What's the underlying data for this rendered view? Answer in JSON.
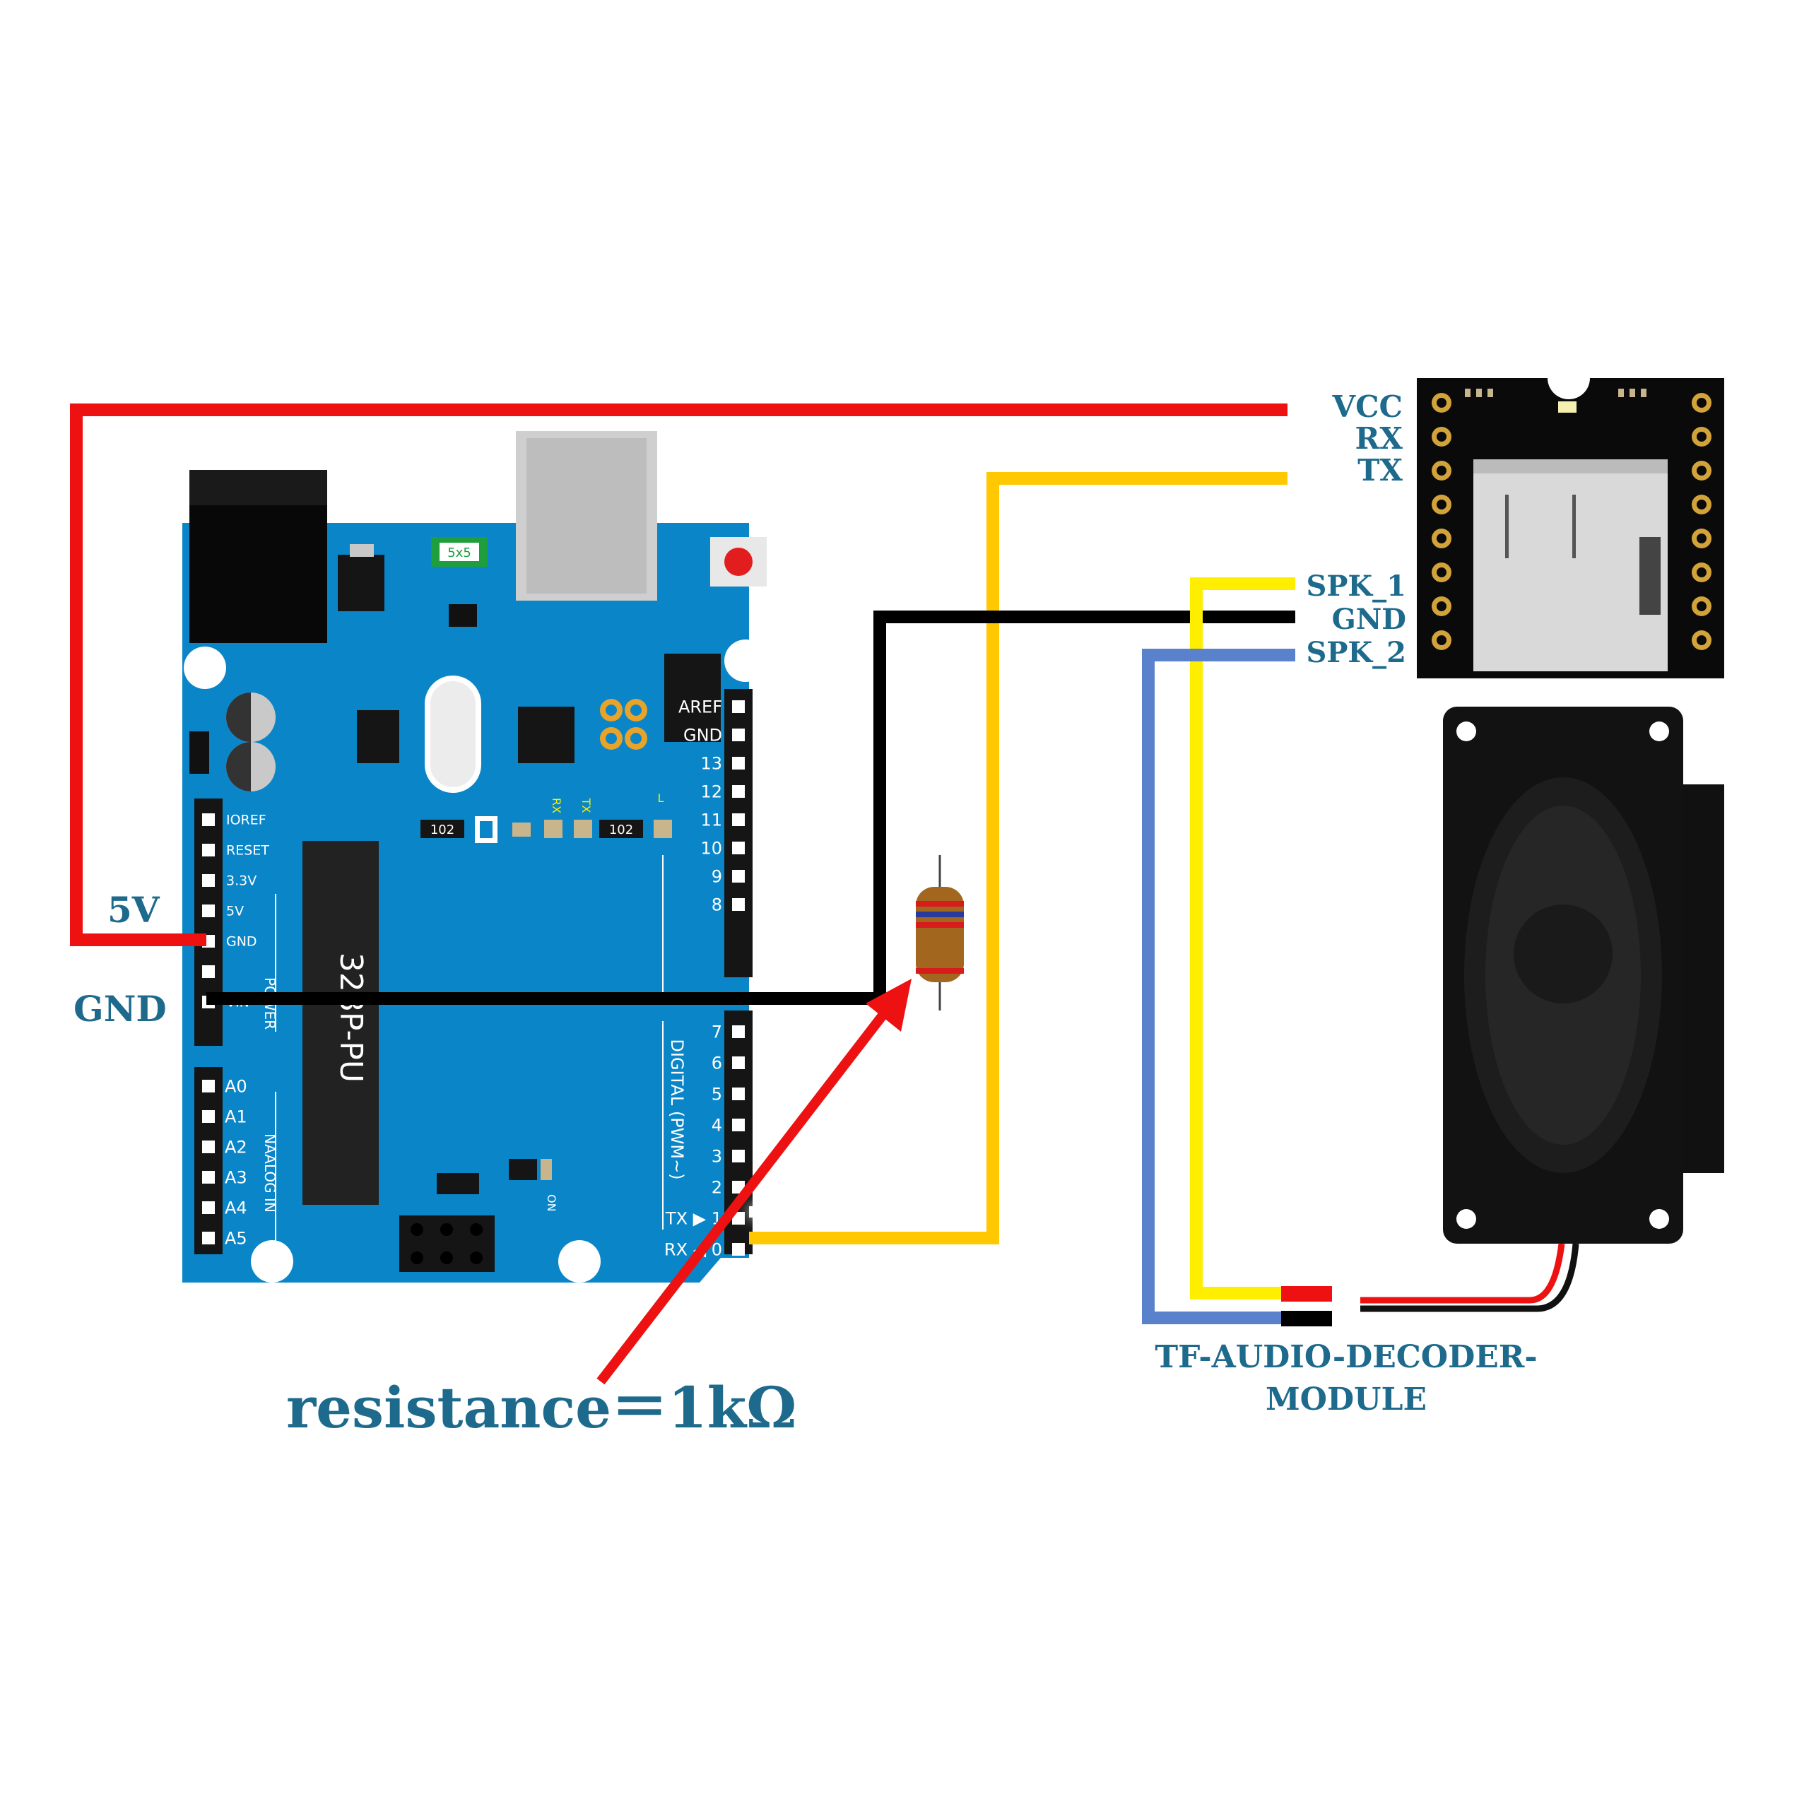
{
  "labels": {
    "left_5v": "5V",
    "left_gnd": "GND",
    "module_vcc": "VCC",
    "module_rx": "RX",
    "module_tx": "TX",
    "module_spk1": "SPK_1",
    "module_gnd": "GND",
    "module_spk2": "SPK_2",
    "module_title_line1": "TF-AUDIO-DECODER-",
    "module_title_line2": "MODULE",
    "resistor_caption": "resistance＝1kΩ"
  },
  "arduino": {
    "chip_text": "328P-PU",
    "fuse_text": "5x5",
    "resistor_smd": "102",
    "power_pins": [
      "IOREF",
      "RESET",
      "3.3V",
      "5V",
      "GND",
      "",
      "VIN"
    ],
    "power_side_label": "POWER",
    "analog_pins": [
      "A0",
      "A1",
      "A2",
      "A3",
      "A4",
      "A5"
    ],
    "analog_side_label": "NAALOG IN",
    "digital_top": [
      "AREF",
      "GND",
      "13",
      "12",
      "11",
      "10",
      "9",
      "8"
    ],
    "digital_bottom": [
      "7",
      "6",
      "5",
      "4",
      "3",
      "2",
      "TX ▶ 1",
      "RX ◀ 0"
    ],
    "digital_side_label": "DIGITAL  (PWM~)",
    "led_rx": "RX",
    "led_tx": "TX",
    "led_l": "L",
    "led_on": "ON"
  },
  "colors": {
    "board": "#0a86c8",
    "wire_red": "#ee1111",
    "wire_black": "#000000",
    "wire_yellow": "#ffee00",
    "wire_orange": "#ffc800",
    "wire_blue": "#5a82cc",
    "wire_white": "#ffffff",
    "label": "#1d6a8c"
  }
}
